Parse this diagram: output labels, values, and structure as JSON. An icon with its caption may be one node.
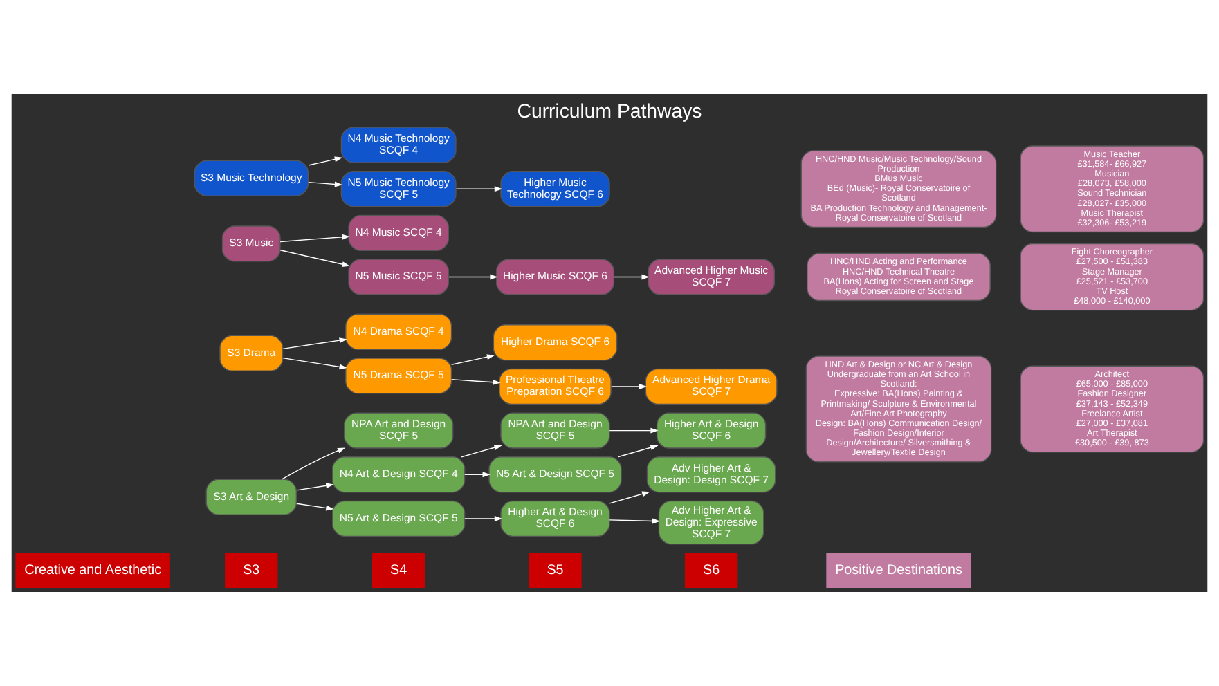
{
  "diagram": {
    "title": "Curriculum Pathways",
    "nodes": [
      {
        "text": [
          "S3 Art & Design"
        ]
      },
      {
        "text": [
          "NPA Art and Design SCQF 5"
        ]
      },
      {
        "text": [
          "N4 Art & Design SCQF 4"
        ]
      },
      {
        "text": [
          "N5 Art & Design SCQF 5"
        ]
      },
      {
        "text": [
          "NPA Art and Design SCQF 5"
        ]
      },
      {
        "text": [
          "N5 Art & Design SCQF 5"
        ]
      },
      {
        "text": [
          "Higher Art & Design SCQF 6"
        ]
      },
      {
        "text": [
          "Higher Art & Design SCQF 6"
        ]
      },
      {
        "text": [
          "Adv Higher Art & Design: Design SCQF 7"
        ]
      },
      {
        "text": [
          "Adv Higher Art & Design: Expressive SCQF 7"
        ]
      },
      {
        "text": [
          "S3 Drama"
        ]
      },
      {
        "text": [
          "N4 Drama SCQF 4"
        ]
      },
      {
        "text": [
          "N5 Drama SCQF 5"
        ]
      },
      {
        "text": [
          "Higher Drama SCQF 6"
        ]
      },
      {
        "text": [
          "Professional Theatre Preparation SCQF 6"
        ]
      },
      {
        "text": [
          "Advanced Higher Drama SCQF 7"
        ]
      },
      {
        "text": [
          "S3 Music"
        ]
      },
      {
        "text": [
          "N4 Music SCQF 4"
        ]
      },
      {
        "text": [
          "N5 Music SCQF 5"
        ]
      },
      {
        "text": [
          "Higher Music SCQF 6"
        ]
      },
      {
        "text": [
          "Advanced Higher Music SCQF 7"
        ]
      },
      {
        "text": [
          "S3 Music Technology"
        ]
      },
      {
        "text": [
          "N4 Music Technology SCQF 4"
        ]
      },
      {
        "text": [
          "N5 Music Technology SCQF 5"
        ]
      },
      {
        "text": [
          "Higher Music Technology SCQF 6"
        ]
      },
      {
        "text": [
          "HND Art & Design or NC Art & Design Undergraduate from an Art School in Scotland:",
          "Expressive: BA(Hons) Painting & Printmaking/ Sculpture & Environmental Art/Fine Art Photography",
          "Design: BA(Hons) Communication Design/ Fashion Design/Interior Design/Architecture/ Silversmithing & Jewellery/Textile Design"
        ]
      },
      {
        "text": [
          "Architect",
          "£65,000 - £85,000",
          "Fashion Designer",
          "£37,143 - £52,349",
          "Freelance Artist",
          "£27,000 - £37,081",
          "Art Therapist",
          "£30,500 - £39, 873"
        ]
      },
      {
        "text": [
          "HNC/HND Acting and Performance",
          "HNC/HND Technical Theatre",
          "BA(Hons) Acting for Screen and Stage",
          "Royal Conservatoire of Scotland"
        ]
      },
      {
        "text": [
          "Fight Choreographer",
          "£27,500 - £51,383",
          "Stage Manager",
          "£25,521 - £53,700",
          "TV Host",
          "£48,000 - £140,000"
        ]
      },
      {
        "text": [
          "HNC/HND Music/Music Technology/Sound Production",
          "BMus Music",
          "BEd (Music)- Royal Conservatoire of Scotland",
          "BA Production Technology and Management- Royal Conservatoire of Scotland"
        ]
      },
      {
        "text": [
          "Music Teacher",
          "£31,584- £66,927",
          "Musician",
          "£28,073, £58,000",
          "Sound Technician",
          "£28,027- £35,000",
          "Music Therapist",
          "£32,306- £53,219"
        ]
      }
    ],
    "edges": [
      {
        "from": 0,
        "to": 1,
        "arrow": "to"
      },
      {
        "from": 0,
        "to": 2,
        "arrow": "to"
      },
      {
        "from": 0,
        "to": 3,
        "arrow": "to"
      },
      {
        "from": 2,
        "to": 4,
        "arrow": "to"
      },
      {
        "from": 2,
        "to": 5,
        "arrow": "to"
      },
      {
        "from": 3,
        "to": 6,
        "arrow": "to"
      },
      {
        "from": 4,
        "to": 7,
        "arrow": "to"
      },
      {
        "from": 5,
        "to": 7,
        "arrow": "to"
      },
      {
        "from": 6,
        "to": 8,
        "arrow": "to"
      },
      {
        "from": 6,
        "to": 9,
        "arrow": "to"
      },
      {
        "from": 10,
        "to": 11,
        "arrow": "to"
      },
      {
        "from": 10,
        "to": 12,
        "arrow": "to"
      },
      {
        "from": 12,
        "to": 13,
        "arrow": "to"
      },
      {
        "from": 12,
        "to": 14,
        "arrow": "to"
      },
      {
        "from": 14,
        "to": 15,
        "arrow": "to"
      },
      {
        "from": 16,
        "to": 17,
        "arrow": "to"
      },
      {
        "from": 16,
        "to": 18,
        "arrow": "to"
      },
      {
        "from": 18,
        "to": 19,
        "arrow": "to"
      },
      {
        "from": 19,
        "to": 20,
        "arrow": "to"
      },
      {
        "from": 21,
        "to": 22,
        "arrow": "to"
      },
      {
        "from": 21,
        "to": 23,
        "arrow": "to"
      },
      {
        "from": 23,
        "to": 24,
        "arrow": "to"
      }
    ],
    "labels": [
      "Creative and Aesthetic",
      "S3",
      "S4",
      "S5",
      "S6",
      "Positive Destinations"
    ]
  }
}
